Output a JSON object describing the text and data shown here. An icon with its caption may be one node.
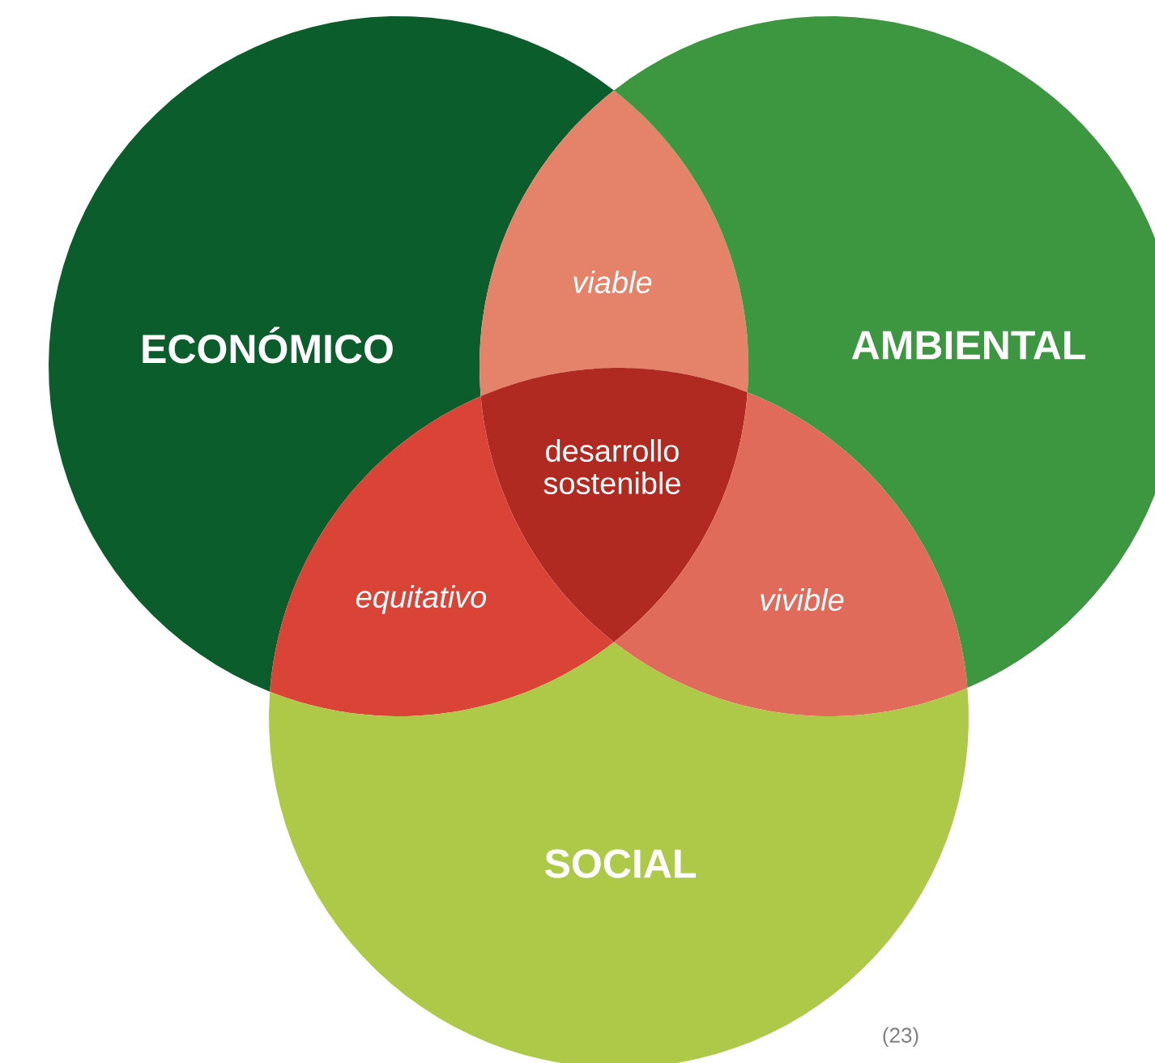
{
  "diagram": {
    "nodes": [
      {
        "text": [
          "ECONÓMICO"
        ]
      },
      {
        "text": [
          "viable"
        ]
      },
      {
        "text": [
          "AMBIENTAL"
        ]
      },
      {
        "text": [
          "desarrollo sostenible"
        ]
      },
      {
        "text": [
          "equitativo"
        ]
      },
      {
        "text": [
          "vivible"
        ]
      },
      {
        "text": [
          "SOCIAL"
        ]
      }
    ],
    "labels": [
      "(23)"
    ]
  }
}
